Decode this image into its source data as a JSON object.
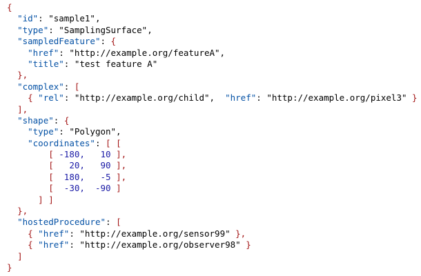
{
  "colors": {
    "punctuation": "#a31515",
    "key": "#0451a5",
    "string": "#000000",
    "number": "#1a1aa6",
    "background": "#ffffff"
  },
  "code": {
    "lines": [
      [
        {
          "t": "p",
          "v": "{"
        }
      ],
      [
        {
          "t": "s",
          "v": "  "
        },
        {
          "t": "k",
          "v": "\"id\""
        },
        {
          "t": "s",
          "v": ": \"sample1\","
        }
      ],
      [
        {
          "t": "s",
          "v": "  "
        },
        {
          "t": "k",
          "v": "\"type\""
        },
        {
          "t": "s",
          "v": ": \"SamplingSurface\","
        }
      ],
      [
        {
          "t": "s",
          "v": "  "
        },
        {
          "t": "k",
          "v": "\"sampledFeature\""
        },
        {
          "t": "s",
          "v": ": "
        },
        {
          "t": "p",
          "v": "{"
        }
      ],
      [
        {
          "t": "s",
          "v": "    "
        },
        {
          "t": "k",
          "v": "\"href\""
        },
        {
          "t": "s",
          "v": ": \"http://example.org/featureA\","
        }
      ],
      [
        {
          "t": "s",
          "v": "    "
        },
        {
          "t": "k",
          "v": "\"title\""
        },
        {
          "t": "s",
          "v": ": \"test feature A\""
        }
      ],
      [
        {
          "t": "s",
          "v": "  "
        },
        {
          "t": "p",
          "v": "},"
        }
      ],
      [
        {
          "t": "s",
          "v": "  "
        },
        {
          "t": "k",
          "v": "\"complex\""
        },
        {
          "t": "s",
          "v": ": "
        },
        {
          "t": "p",
          "v": "["
        }
      ],
      [
        {
          "t": "s",
          "v": "    "
        },
        {
          "t": "p",
          "v": "{"
        },
        {
          "t": "s",
          "v": " "
        },
        {
          "t": "k",
          "v": "\"rel\""
        },
        {
          "t": "s",
          "v": ": \"http://example.org/child\",  "
        },
        {
          "t": "k",
          "v": "\"href\""
        },
        {
          "t": "s",
          "v": ": \"http://example.org/pixel3\" "
        },
        {
          "t": "p",
          "v": "}"
        }
      ],
      [
        {
          "t": "s",
          "v": "  "
        },
        {
          "t": "p",
          "v": "],"
        }
      ],
      [
        {
          "t": "s",
          "v": "  "
        },
        {
          "t": "k",
          "v": "\"shape\""
        },
        {
          "t": "s",
          "v": ": "
        },
        {
          "t": "p",
          "v": "{"
        }
      ],
      [
        {
          "t": "s",
          "v": "    "
        },
        {
          "t": "k",
          "v": "\"type\""
        },
        {
          "t": "s",
          "v": ": \"Polygon\","
        }
      ],
      [
        {
          "t": "s",
          "v": "    "
        },
        {
          "t": "k",
          "v": "\"coordinates\""
        },
        {
          "t": "s",
          "v": ": "
        },
        {
          "t": "p",
          "v": "[ ["
        }
      ],
      [
        {
          "t": "s",
          "v": "        "
        },
        {
          "t": "p",
          "v": "["
        },
        {
          "t": "n",
          "v": " -180,   10 "
        },
        {
          "t": "p",
          "v": "],"
        }
      ],
      [
        {
          "t": "s",
          "v": "        "
        },
        {
          "t": "p",
          "v": "["
        },
        {
          "t": "n",
          "v": "   20,   90 "
        },
        {
          "t": "p",
          "v": "],"
        }
      ],
      [
        {
          "t": "s",
          "v": "        "
        },
        {
          "t": "p",
          "v": "["
        },
        {
          "t": "n",
          "v": "  180,   -5 "
        },
        {
          "t": "p",
          "v": "],"
        }
      ],
      [
        {
          "t": "s",
          "v": "        "
        },
        {
          "t": "p",
          "v": "["
        },
        {
          "t": "n",
          "v": "  -30,  -90 "
        },
        {
          "t": "p",
          "v": "]"
        }
      ],
      [
        {
          "t": "s",
          "v": "      "
        },
        {
          "t": "p",
          "v": "] ]"
        }
      ],
      [
        {
          "t": "s",
          "v": "  "
        },
        {
          "t": "p",
          "v": "},"
        }
      ],
      [
        {
          "t": "s",
          "v": "  "
        },
        {
          "t": "k",
          "v": "\"hostedProcedure\""
        },
        {
          "t": "s",
          "v": ": "
        },
        {
          "t": "p",
          "v": "["
        }
      ],
      [
        {
          "t": "s",
          "v": "    "
        },
        {
          "t": "p",
          "v": "{"
        },
        {
          "t": "s",
          "v": " "
        },
        {
          "t": "k",
          "v": "\"href\""
        },
        {
          "t": "s",
          "v": ": \"http://example.org/sensor99\" "
        },
        {
          "t": "p",
          "v": "},"
        }
      ],
      [
        {
          "t": "s",
          "v": "    "
        },
        {
          "t": "p",
          "v": "{"
        },
        {
          "t": "s",
          "v": " "
        },
        {
          "t": "k",
          "v": "\"href\""
        },
        {
          "t": "s",
          "v": ": \"http://example.org/observer98\" "
        },
        {
          "t": "p",
          "v": "}"
        }
      ],
      [
        {
          "t": "s",
          "v": "  "
        },
        {
          "t": "p",
          "v": "]"
        }
      ],
      [
        {
          "t": "p",
          "v": "}"
        }
      ]
    ]
  }
}
